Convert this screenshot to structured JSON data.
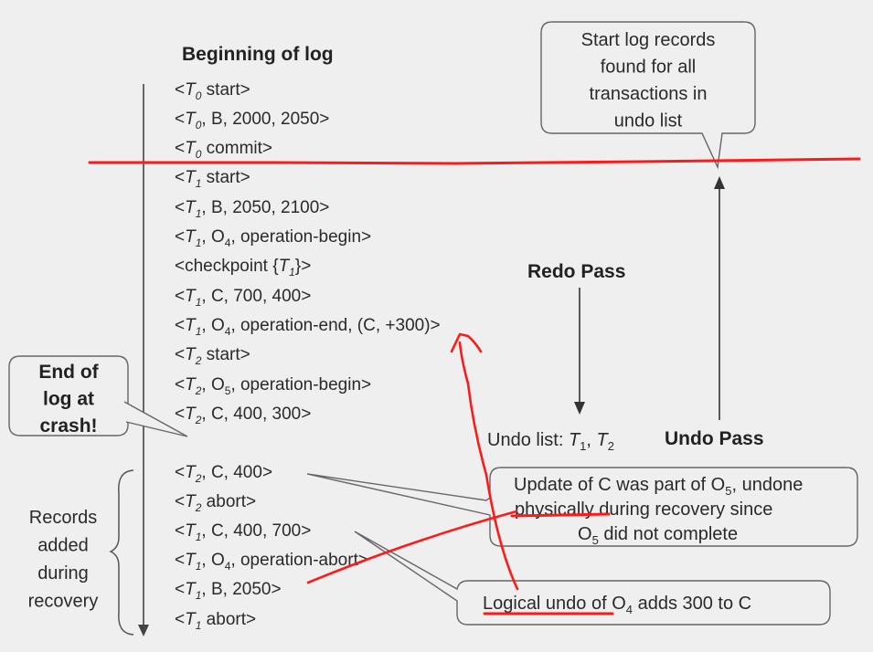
{
  "header": {
    "title": "Beginning of log"
  },
  "log_records": [
    {
      "pre": "<",
      "t": "T",
      "sub": "0",
      "post": " start>"
    },
    {
      "pre": "<",
      "t": "T",
      "sub": "0",
      "post": ", B, 2000, 2050>"
    },
    {
      "pre": "<",
      "t": "T",
      "sub": "0",
      "post": " commit>"
    },
    {
      "pre": "<",
      "t": "T",
      "sub": "1",
      "post": " start>"
    },
    {
      "pre": "<",
      "t": "T",
      "sub": "1",
      "post": ", B, 2050, 2100>"
    },
    {
      "pre": "<",
      "t": "T",
      "sub": "1",
      "mid": ", O",
      "sub2": "4",
      "post": ", operation-begin>"
    },
    {
      "pre": "<checkpoint {",
      "t": "T",
      "sub": "1",
      "post": "}>"
    },
    {
      "pre": "<",
      "t": "T",
      "sub": "1",
      "post": ", C, 700, 400>"
    },
    {
      "pre": "<",
      "t": "T",
      "sub": "1",
      "mid": ", O",
      "sub2": "4",
      "post": ", operation-end, (C, +300)>"
    },
    {
      "pre": "<",
      "t": "T",
      "sub": "2",
      "post": " start>"
    },
    {
      "pre": "<",
      "t": "T",
      "sub": "2",
      "mid": ", O",
      "sub2": "5",
      "post": ", operation-begin>"
    },
    {
      "pre": "<",
      "t": "T",
      "sub": "2",
      "post": ", C, 400, 300>"
    },
    {
      "pre": "<",
      "t": "T",
      "sub": "2",
      "post": ", C, 400>"
    },
    {
      "pre": "<",
      "t": "T",
      "sub": "2",
      "post": " abort>"
    },
    {
      "pre": "<",
      "t": "T",
      "sub": "1",
      "post": ", C, 400, 700>"
    },
    {
      "pre": "<",
      "t": "T",
      "sub": "1",
      "mid": ", O",
      "sub2": "4",
      "post": ", operation-abort>"
    },
    {
      "pre": "<",
      "t": "T",
      "sub": "1",
      "post": ", B, 2050>"
    },
    {
      "pre": "<",
      "t": "T",
      "sub": "1",
      "post": " abort>"
    }
  ],
  "callouts": {
    "start_records": [
      "Start log records",
      "found for all",
      "transactions in",
      "undo list"
    ],
    "end_of_log": [
      "End of",
      "log at",
      "crash!"
    ],
    "update_c": {
      "line1": "Update of C was part of O",
      "line1_sub": "5",
      "line1_end": ", undone",
      "line2": "physically during  recovery since",
      "line3_pre": "O",
      "line3_sub": "5",
      "line3_post": " did not complete"
    },
    "logical_undo": {
      "pre": "Logical  undo of O",
      "sub": "4",
      "post": " adds 300 to C"
    }
  },
  "labels": {
    "redo_pass": "Redo Pass",
    "undo_pass": "Undo Pass",
    "undo_list_prefix": "Undo list: ",
    "undo_list_t1": "T",
    "undo_list_t1_sub": "1",
    "undo_list_sep": ", ",
    "undo_list_t2": "T",
    "undo_list_t2_sub": "2",
    "records_added": [
      "Records",
      "added",
      "during",
      "recovery"
    ]
  },
  "colors": {
    "annotation": "#ff1a1a",
    "background": "#efefef",
    "text": "#222222"
  }
}
